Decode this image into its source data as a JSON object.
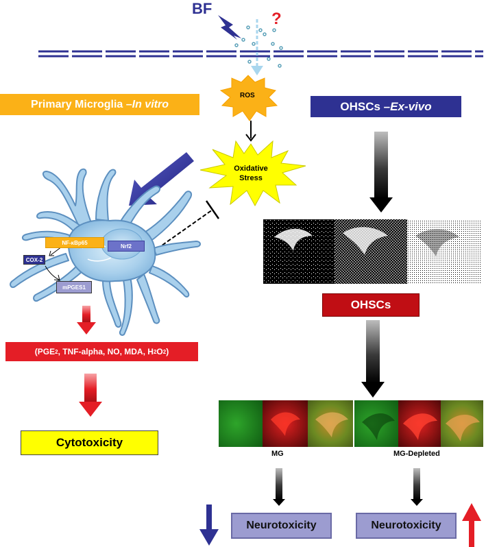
{
  "top": {
    "bf_label": "BF",
    "question": "?"
  },
  "ros": {
    "label": "ROS"
  },
  "oxidative": {
    "line1": "Oxidative",
    "line2": "Stress"
  },
  "microglia_box": {
    "text": "Primary Microglia – ",
    "italic": "In vitro"
  },
  "ohscs_box": {
    "text": "OHSCs – ",
    "italic": "Ex-vivo"
  },
  "cell": {
    "nfkb": "NF-κBp65",
    "nrf2": "Nrf2",
    "cox2": "COX-2",
    "mpges1": "mPGES1"
  },
  "mediators": {
    "pre": "(PGE",
    "sub1": "2",
    "mid": ", TNF-alpha, NO, MDA, H",
    "sub2": "2",
    "mid2": "O",
    "sub3": "2",
    "post": ")"
  },
  "cytotoxicity": {
    "label": "Cytotoxicity"
  },
  "ohscs_label": {
    "label": "OHSCs"
  },
  "panels": {
    "mg": "MG",
    "mg_depleted": "MG-Depleted"
  },
  "neuro": {
    "left": "Neurotoxicity",
    "right": "Neurotoxicity"
  },
  "colors": {
    "navy": "#2e3192",
    "orange": "#fbb117",
    "red": "#e41e26",
    "yellow": "#ffff00",
    "lavender": "#9c9cd0"
  }
}
